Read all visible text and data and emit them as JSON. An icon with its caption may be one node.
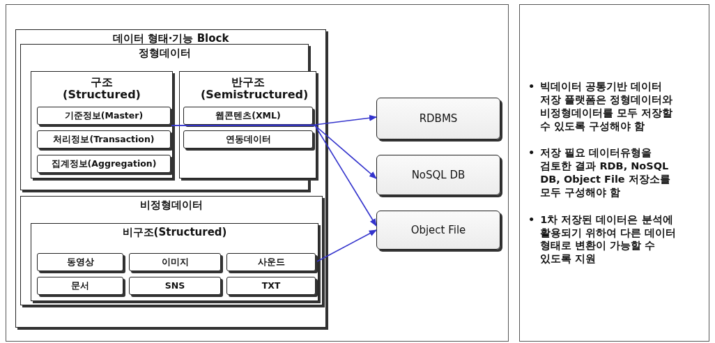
{
  "diagram": {
    "nodes": [
      {
        "text": [
          "데이터 형태·기능 Block"
        ]
      },
      {
        "text": [
          "정형데이터"
        ],
        "in": 0
      },
      {
        "text": [
          "구조 (Structured)"
        ],
        "in": 1
      },
      {
        "text": [
          "기준정보(Master)"
        ],
        "in": 2
      },
      {
        "text": [
          "처리정보(Transaction)"
        ],
        "in": 2
      },
      {
        "text": [
          "집계정보(Aggregation)"
        ],
        "in": 2
      },
      {
        "text": [
          "반구조 (Semistructured)"
        ],
        "in": 1
      },
      {
        "text": [
          "웹콘텐츠(XML)"
        ],
        "in": 6
      },
      {
        "text": [
          "연동데이터"
        ],
        "in": 6
      },
      {
        "text": [
          "비정형데이터"
        ],
        "in": 0
      },
      {
        "text": [
          "비구조(Structured)"
        ],
        "in": 9
      },
      {
        "text": [
          "동영상"
        ],
        "in": 10
      },
      {
        "text": [
          "이미지"
        ],
        "in": 10
      },
      {
        "text": [
          "사운드"
        ],
        "in": 10
      },
      {
        "text": [
          "문서"
        ],
        "in": 10
      },
      {
        "text": [
          "SNS"
        ],
        "in": 10
      },
      {
        "text": [
          "TXT"
        ],
        "in": 10
      },
      {
        "text": [
          "RDBMS"
        ]
      },
      {
        "text": [
          "NoSQL DB"
        ]
      },
      {
        "text": [
          "Object File"
        ]
      },
      {
        "text": [
          "빅데이터 공통기반 데이터 저장 플랫폼은 정형데이터와 비정형데이터를 모두 저장할 수 있도록 구성해야 함",
          "저장 필요 데이터유형을 검토한 결과 RDB, NoSQL DB, Object File 저장소를 모두 구성해야 함",
          "1차 저장된 데이터은 분석에 활용되기 위하여 다른 데이터 형태로 변환이 가능할 수 있도록 지원"
        ]
      }
    ],
    "edges": [
      {
        "from": 2,
        "to": 17,
        "arrow": "to"
      },
      {
        "from": 2,
        "to": 18,
        "arrow": "to"
      },
      {
        "from": 6,
        "to": 19,
        "arrow": "to"
      },
      {
        "from": 10,
        "to": 19,
        "arrow": "to"
      }
    ],
    "labels": [
      "•",
      "•",
      "•"
    ]
  }
}
